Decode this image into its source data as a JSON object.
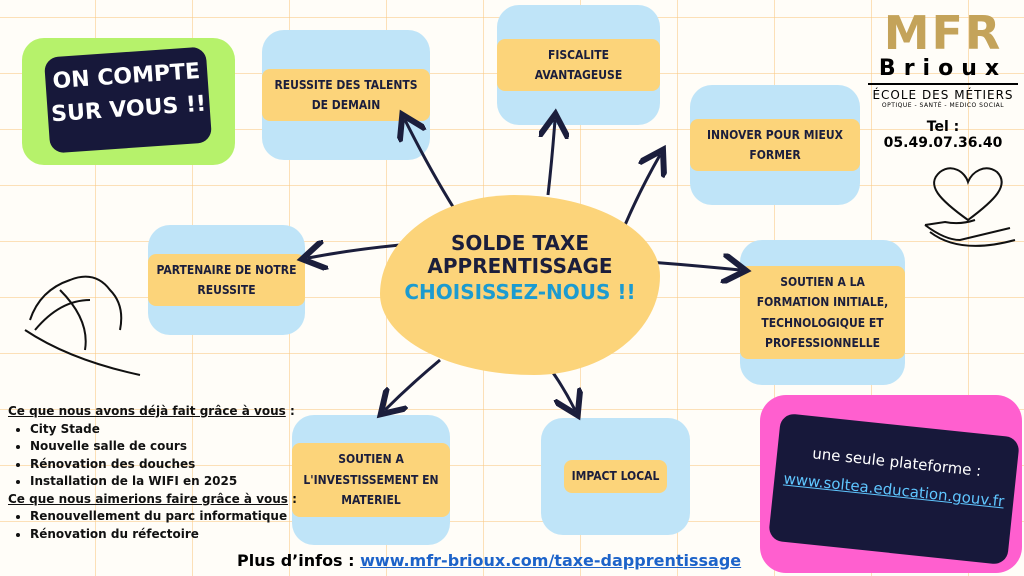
{
  "badge_left": "ON COMPTE SUR VOUS !!",
  "center": {
    "title": "SOLDE TAXE APPRENTISSAGE",
    "cta": "CHOISISSEZ-NOUS !!"
  },
  "boxes": [
    "REUSSITE DES TALENTS DE DEMAIN",
    "FISCALITE AVANTAGEUSE",
    "INNOVER POUR MIEUX FORMER",
    "PARTENAIRE DE NOTRE REUSSITE",
    "SOUTIEN A LA FORMATION INITIALE, TECHNOLOGIQUE ET PROFESSIONNELLE",
    "SOUTIEN A L'INVESTISSEMENT EN MATERIEL",
    "IMPACT LOCAL"
  ],
  "logo": {
    "mfr": "MFR",
    "town": "Brioux",
    "school": "ÉCOLE DES MÉTIERS",
    "specialties": "OPTIQUE - SANTÉ - MEDICO SOCIAL",
    "tel": "Tel : 05.49.07.36.40"
  },
  "platform": {
    "label": "une seule plateforme :",
    "url": "www.soltea.education.gouv.fr"
  },
  "done": {
    "heading": "Ce que nous avons déjà fait grâce à vous",
    "items": [
      "City Stade",
      "Nouvelle salle de cours",
      "Rénovation des douches",
      "Installation de la WIFI en 2025"
    ]
  },
  "wish": {
    "heading": "Ce que nous aimerions faire grâce à vous",
    "items": [
      "Renouvellement du parc informatique",
      "Rénovation du réfectoire"
    ]
  },
  "footer": {
    "label": "Plus d’infos  :",
    "url": "www.mfr-brioux.com/taxe-dapprentissage"
  }
}
